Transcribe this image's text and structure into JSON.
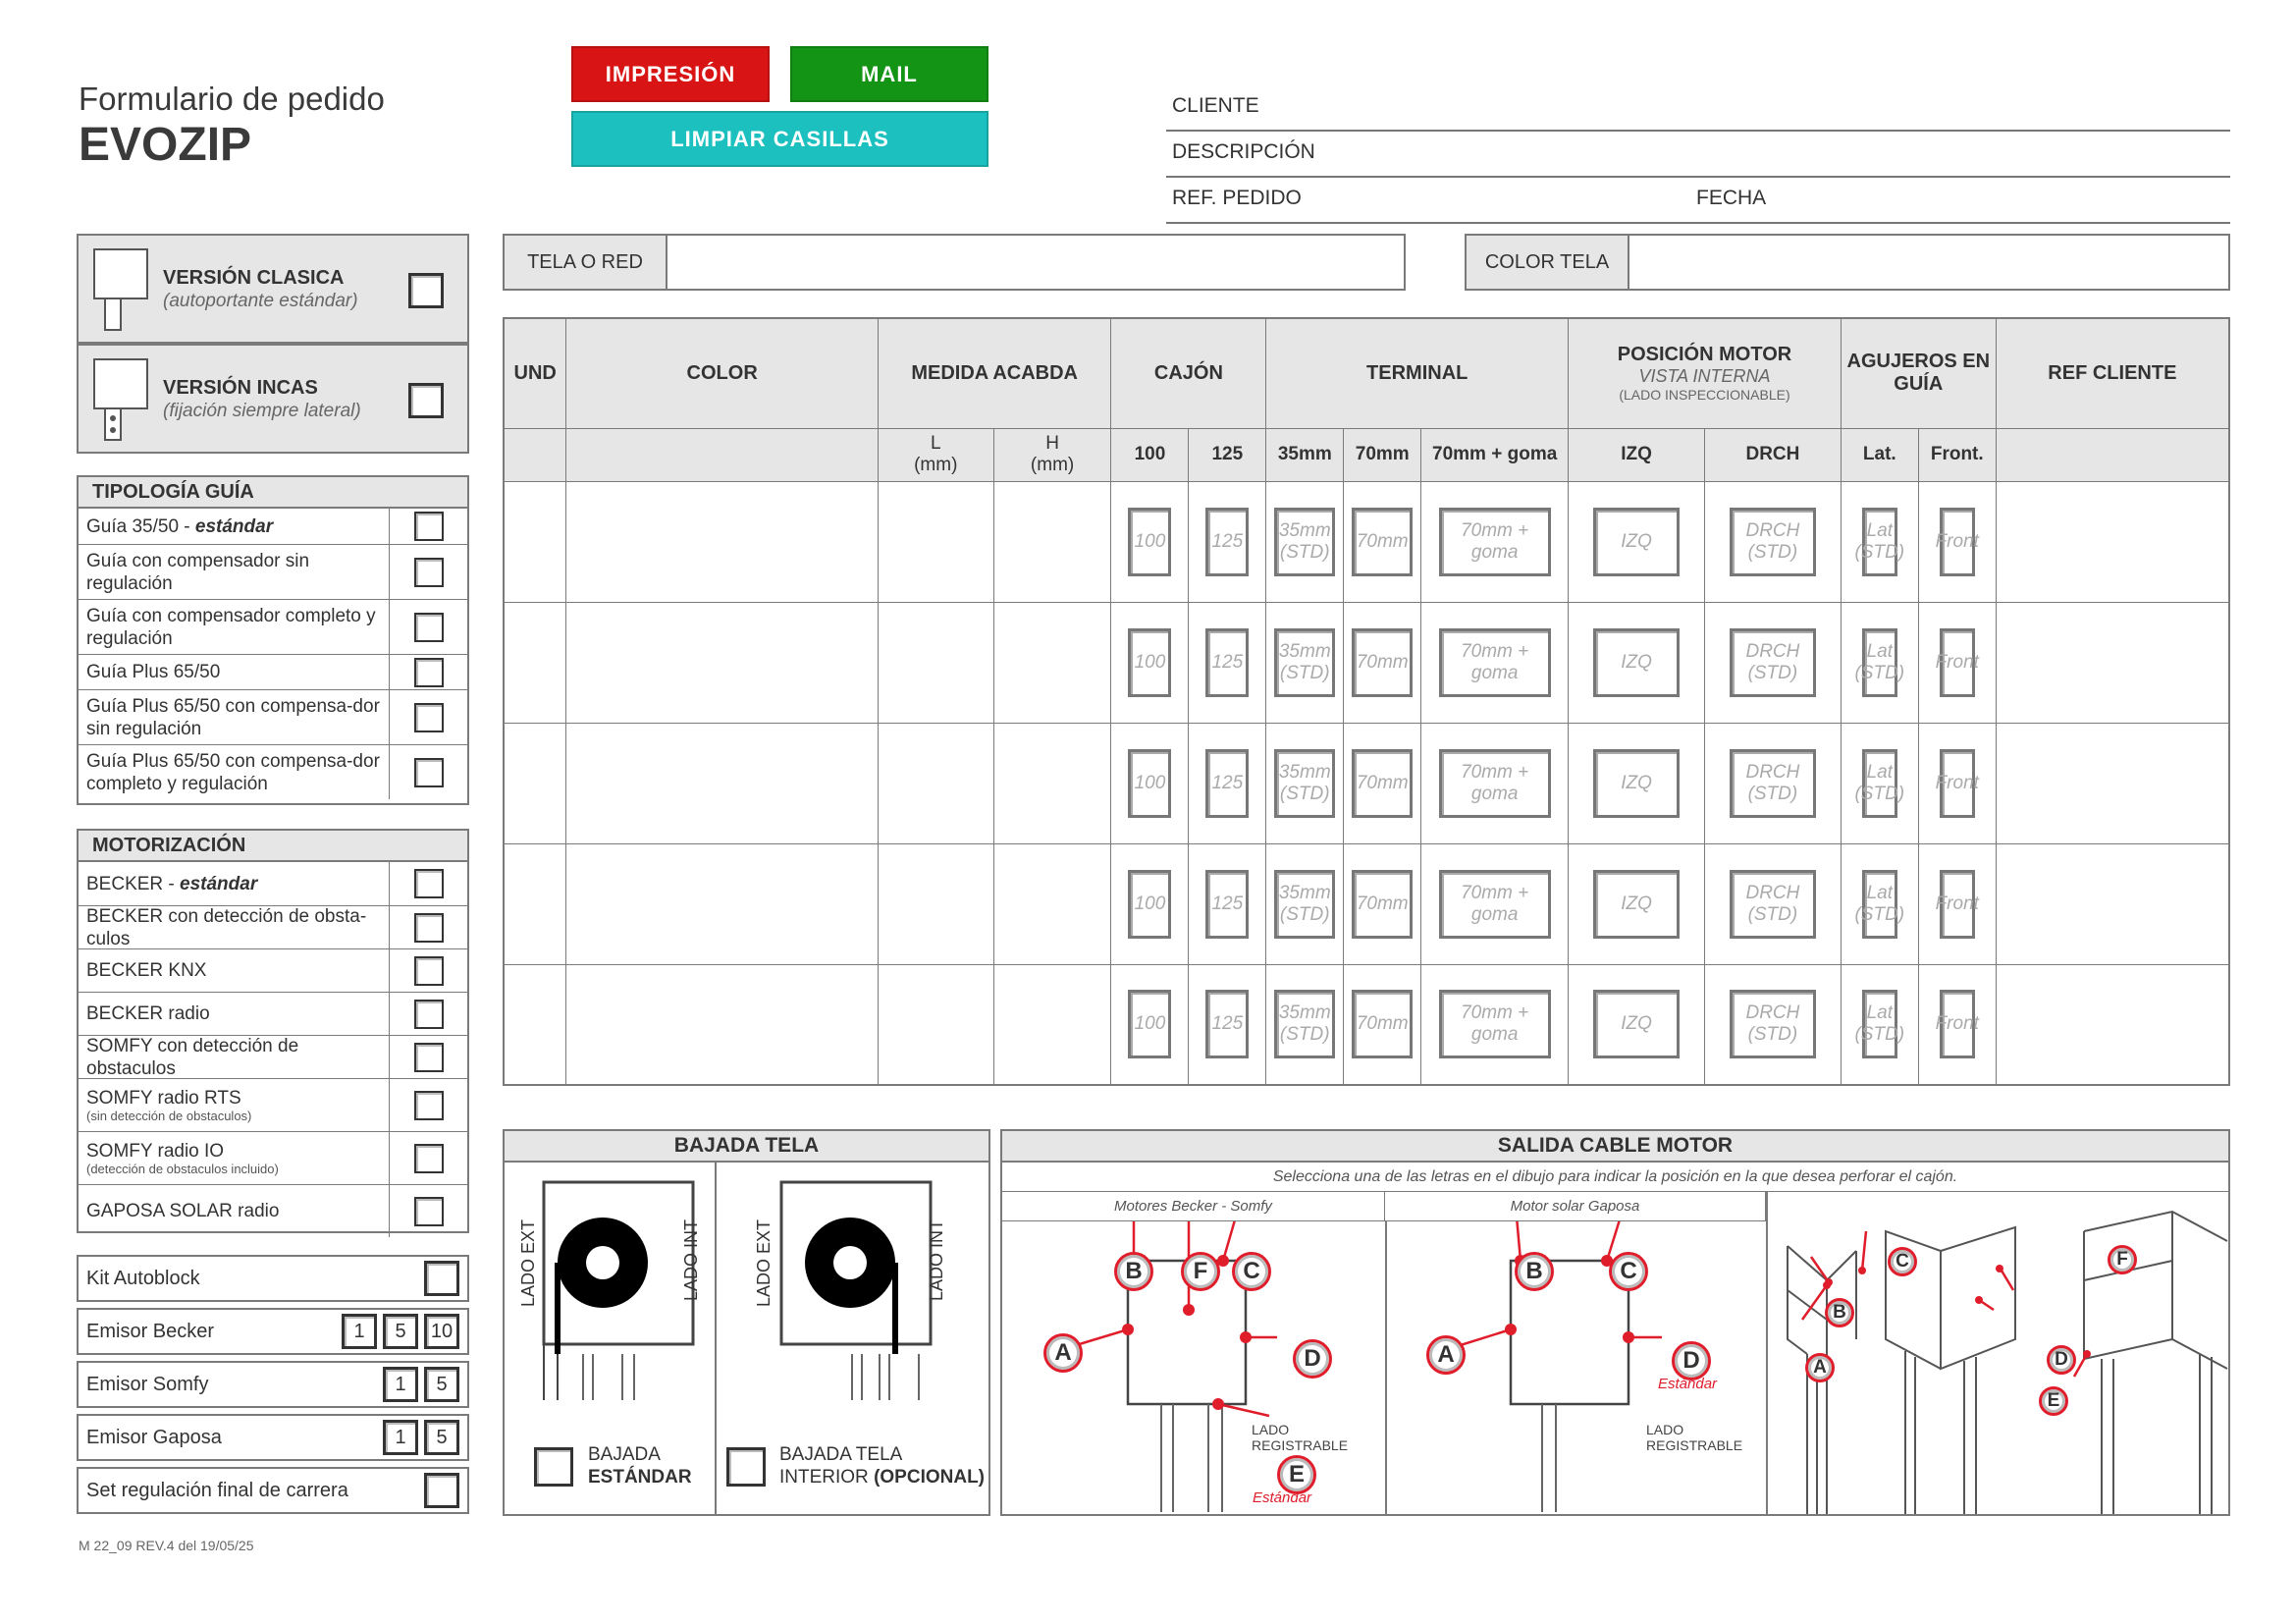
{
  "header": {
    "subtitle": "Formulario de pedido",
    "title": "EVOZIP"
  },
  "buttons": {
    "print": "IMPRESIÓN",
    "mail": "MAIL",
    "clear": "LIMPIAR CASILLAS"
  },
  "colors": {
    "print": "#d91414",
    "mail": "#149414",
    "clear": "#1bc0bf"
  },
  "client": {
    "cliente": "CLIENTE",
    "descripcion": "DESCRIPCIÓN",
    "ref": "REF. PEDIDO",
    "fecha": "FECHA"
  },
  "fabric": {
    "tela_label": "TELA O RED",
    "color_label": "COLOR TELA"
  },
  "versions": [
    {
      "title": "VERSIÓN CLASICA",
      "sub": "(autoportante estándar)"
    },
    {
      "title": "VERSIÓN INCAS",
      "sub": "(fijación siempre lateral)"
    }
  ],
  "tipologia": {
    "title": "TIPOLOGÍA GUÍA",
    "items": [
      {
        "a": "Guía 35/50 - ",
        "b": "estándar"
      },
      {
        "a": "Guía con compensador sin regulación",
        "b": ""
      },
      {
        "a": "Guía con compensador completo y regulación",
        "b": ""
      },
      {
        "a": "Guía Plus 65/50",
        "b": ""
      },
      {
        "a": "Guía Plus 65/50 con compensa-dor sin regulación",
        "b": ""
      },
      {
        "a": "Guía Plus 65/50 con compensa-dor completo y regulación",
        "b": ""
      }
    ]
  },
  "motor": {
    "title": "MOTORIZACIÓN",
    "items": [
      {
        "a": "BECKER - ",
        "b": "estándar",
        "s": ""
      },
      {
        "a": "BECKER con detección de obsta-culos",
        "b": "",
        "s": ""
      },
      {
        "a": "BECKER KNX",
        "b": "",
        "s": ""
      },
      {
        "a": "BECKER radio",
        "b": "",
        "s": ""
      },
      {
        "a": "SOMFY con detección de obstaculos",
        "b": "",
        "s": ""
      },
      {
        "a": "SOMFY radio RTS",
        "b": "",
        "s": "(sin detección de obstaculos)"
      },
      {
        "a": "SOMFY radio IO",
        "b": "",
        "s": "(detección de obstaculos incluido)"
      },
      {
        "a": "GAPOSA SOLAR radio",
        "b": "",
        "s": ""
      }
    ]
  },
  "accessories": [
    {
      "label": "Kit Autoblock",
      "nums": []
    },
    {
      "label": "Emisor Becker",
      "nums": [
        "1",
        "5",
        "10"
      ]
    },
    {
      "label": "Emisor Somfy",
      "nums": [
        "1",
        "5"
      ]
    },
    {
      "label": "Emisor Gaposa",
      "nums": [
        "1",
        "5"
      ]
    },
    {
      "label": "Set regulación final de carrera",
      "nums": []
    }
  ],
  "table": {
    "h": {
      "und": "UND",
      "color": "COLOR",
      "medida": "MEDIDA ACABDA",
      "cajon": "CAJÓN",
      "terminal": "TERMINAL",
      "pos": "POSICIÓN MOTOR",
      "pos_sub": "VISTA INTERNA",
      "pos_sub2": "(LADO INSPECCIONABLE)",
      "agujeros": "AGUJEROS EN GUÍA",
      "ref": "REF CLIENTE"
    },
    "s": {
      "l": "L",
      "h": "H",
      "mm": "(mm)",
      "c100": "100",
      "c125": "125",
      "t35": "35mm",
      "t70": "70mm",
      "t70g": "70mm + goma",
      "izq": "IZQ",
      "drch": "DRCH",
      "lat": "Lat.",
      "front": "Front."
    },
    "opt": {
      "c100": "100",
      "c125": "125",
      "t35a": "35mm",
      "t35b": "(STD)",
      "t70": "70mm",
      "t70ga": "70mm +",
      "t70gb": "goma",
      "izq": "IZQ",
      "drcha": "DRCH",
      "drchb": "(STD)",
      "lata": "Lat",
      "latb": "(STD)",
      "front": "Front"
    }
  },
  "bajada": {
    "title": "BAJADA TELA",
    "ext": "LADO EXT",
    "int": "LADO INT",
    "opt1a": "BAJADA",
    "opt1b": "ESTÁNDAR",
    "opt2a": "BAJADA TELA",
    "opt2b": "INTERIOR",
    "opt2c": "(OPCIONAL)"
  },
  "salida": {
    "title": "SALIDA CABLE MOTOR",
    "instr": "Selecciona una de las letras en el dibujo para indicar la posición en la que desea perforar el cajón.",
    "col1": "Motores Becker - Somfy",
    "col2": "Motor solar Gaposa",
    "lado": "LADO",
    "registrable": "REGISTRABLE",
    "estandar": "Estándar",
    "letters": [
      "A",
      "B",
      "C",
      "D",
      "E",
      "F"
    ]
  },
  "footer": "M 22_09 REV.4 del 19/05/25"
}
